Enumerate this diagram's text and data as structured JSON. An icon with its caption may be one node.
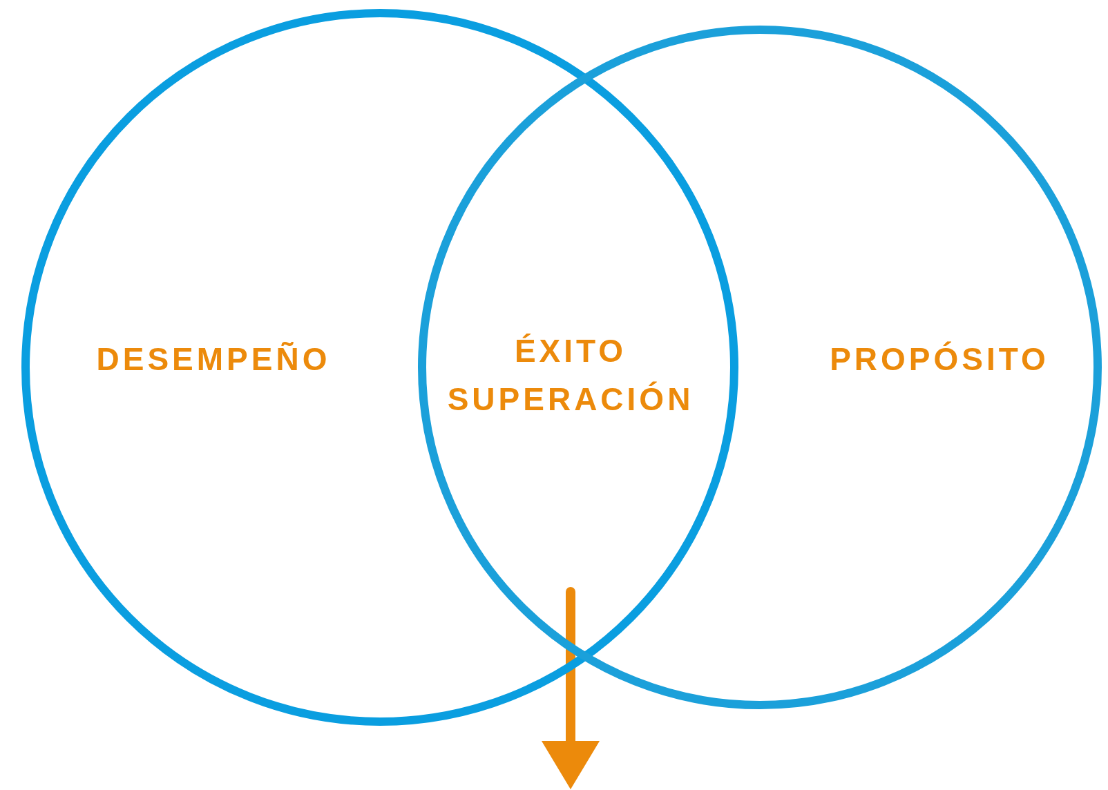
{
  "diagram": {
    "nodes": [
      {
        "text": [
          "DESEMPEÑO"
        ]
      },
      {
        "text": [
          "PROPÓSITO"
        ]
      },
      {
        "text": [
          "ÉXITO SUPERACIÓN"
        ]
      }
    ]
  }
}
